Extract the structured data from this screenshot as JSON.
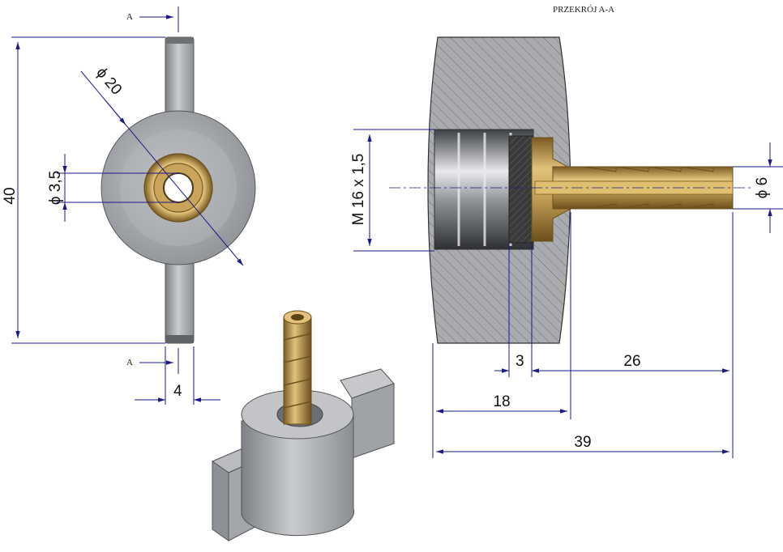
{
  "section_title": "PRZEKRÓJ A-A",
  "section_marker": "A",
  "dimensions": {
    "height": "40",
    "hole_diameter": "ϕ 3,5",
    "outer_diameter": "ϕ 20",
    "wing_thickness": "4",
    "thread": "M 16 x 1,5",
    "tube_diameter": "ϕ 6",
    "nut_length": "18",
    "insert_depth": "3",
    "nozzle_length": "26",
    "total_length": "39"
  },
  "colors": {
    "steel": "#a6a9ae",
    "steel_dark": "#7c7f84",
    "brass": "#c9a45a",
    "brass_dark": "#8a6a2e",
    "dimension_line": "#1a1a8c"
  }
}
